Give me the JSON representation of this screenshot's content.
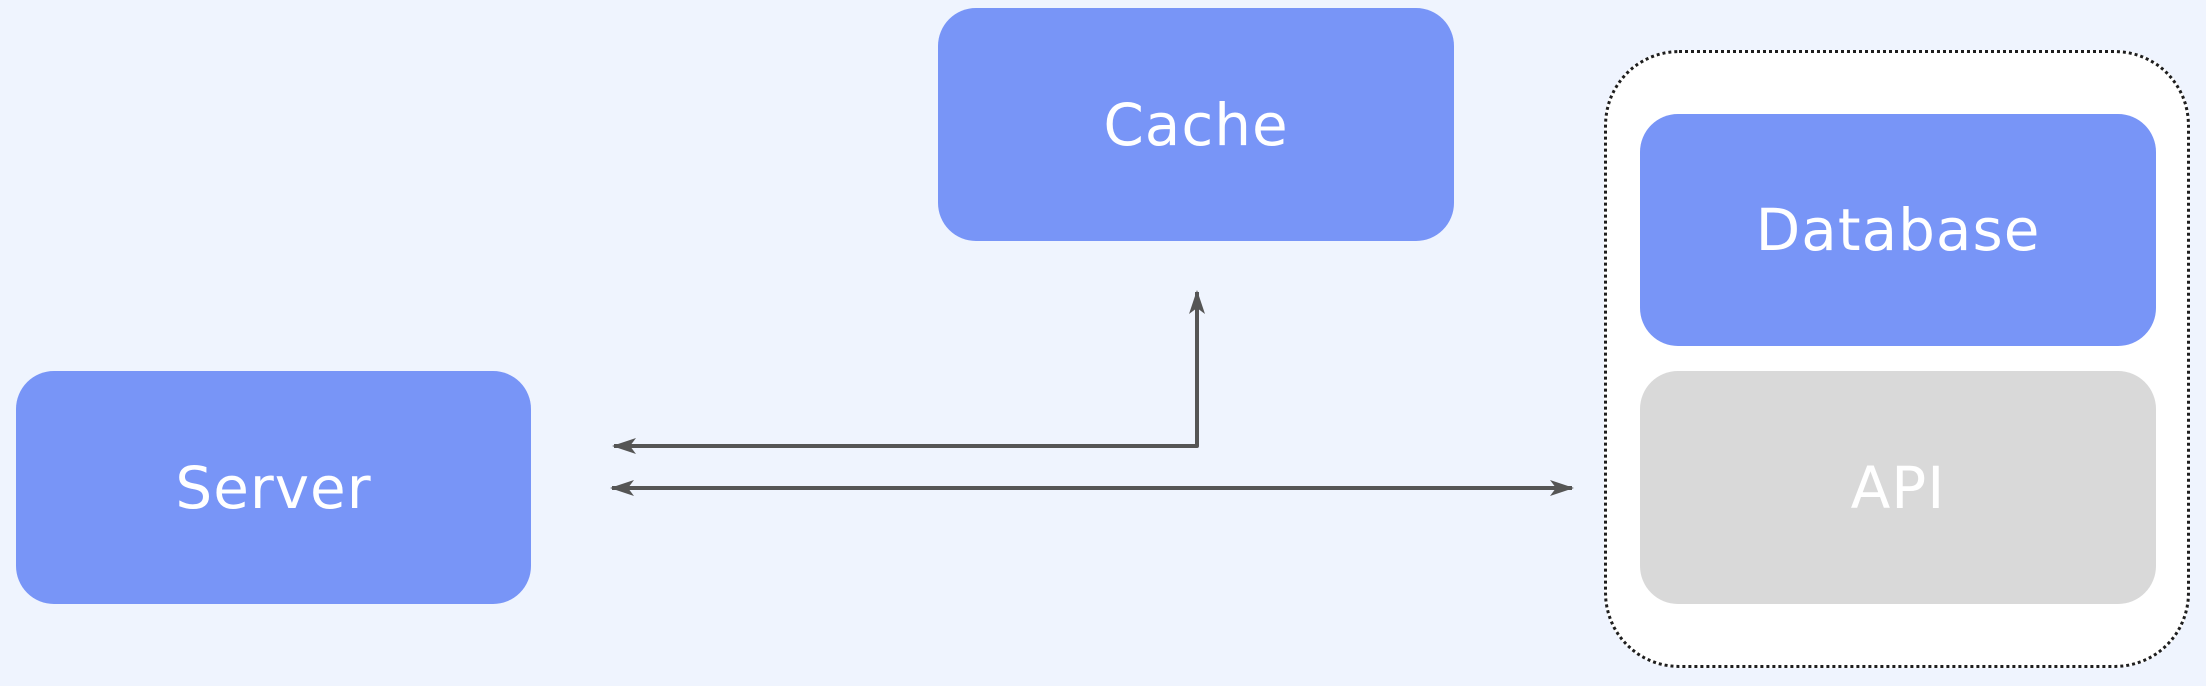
{
  "nodes": {
    "server": "Server",
    "cache": "Cache",
    "database": "Database",
    "api": "API"
  },
  "edges": [
    {
      "from": "server",
      "to": "cache",
      "bidirectional": true
    },
    {
      "from": "server",
      "to": "group",
      "bidirectional": true
    }
  ],
  "colors": {
    "background": "#eff4fe",
    "node_blue": "#7895f7",
    "node_gray": "#d9d9d9",
    "group_fill": "#ffffff",
    "group_border": "#1e1e1e",
    "edge": "#555555",
    "label": "#ffffff"
  }
}
